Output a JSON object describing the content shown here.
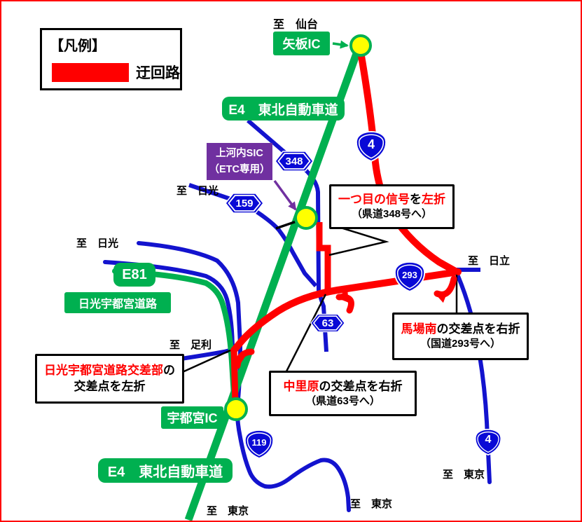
{
  "legend": {
    "title": "【凡例】",
    "detour_label": "迂回路"
  },
  "labels": {
    "yaita_ic": "矢板IC",
    "e4_top": "E4　東北自動車道",
    "e4_bottom": "E4　東北自動車道",
    "kamikawachi_sic": "上河内SIC",
    "kamikawachi_sub": "（ETC専用）",
    "e81": "E81",
    "nikko_utsunomiya_road": "日光宇都宮道路",
    "utsunomiya_ic": "宇都宮IC"
  },
  "destinations": {
    "sendai": "至　仙台",
    "nikko_upper": "至　日光",
    "nikko_lower": "至　日光",
    "hitachi": "至　日立",
    "ashikaga": "至　足利",
    "tokyo_left": "至　東京",
    "tokyo_center": "至　東京",
    "tokyo_right": "至　東京"
  },
  "shields": {
    "n4_top": "4",
    "n293": "293",
    "n119": "119",
    "n4_right": "4",
    "p348": "348",
    "p159": "159",
    "p63": "63"
  },
  "callouts": {
    "first_signal": {
      "red1": "一つ目の信号",
      "mid": "を",
      "red2": "左折",
      "line2": "（県道348号へ）"
    },
    "babaminami": {
      "red1": "馬場南",
      "rest": "の交差点を右折",
      "line2": "（国道293号へ）"
    },
    "nakazatohara": {
      "red1": "中里原",
      "rest": "の交差点を右折",
      "line2": "（県道63号へ）"
    },
    "nikko_crossing": {
      "red1": "日光宇都宮道路交差部",
      "rest": "の",
      "line2": "交差点を左折"
    }
  },
  "colors": {
    "road_green": "#00B050",
    "detour_red": "#FF0000",
    "road_blue": "#1313CE",
    "shield_blue": "#0909D6",
    "label_purple": "#7030A0",
    "ic_yellow": "#FFFF00"
  }
}
